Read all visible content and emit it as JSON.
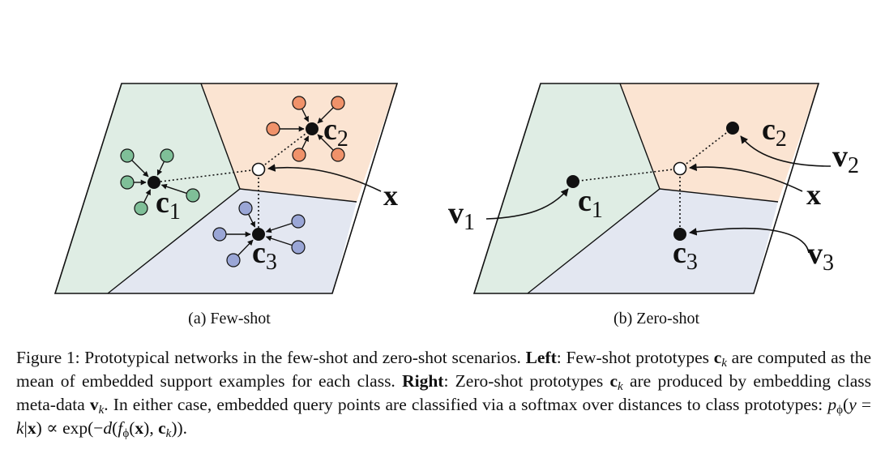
{
  "panels": [
    {
      "id": "few-shot",
      "subcaption": "(a) Few-shot",
      "labels": {
        "c1": "c",
        "c1_sub": "1",
        "c2": "c",
        "c2_sub": "2",
        "c3": "c",
        "c3_sub": "3",
        "x": "x"
      }
    },
    {
      "id": "zero-shot",
      "subcaption": "(b) Zero-shot",
      "labels": {
        "c1": "c",
        "c1_sub": "1",
        "c2": "c",
        "c2_sub": "2",
        "c3": "c",
        "c3_sub": "3",
        "x": "x",
        "v1": "v",
        "v1_sub": "1",
        "v2": "v",
        "v2_sub": "2",
        "v3": "v",
        "v3_sub": "3"
      }
    }
  ],
  "colors": {
    "region_green": "#dfede4",
    "region_orange": "#fbe4d2",
    "region_blue": "#e3e7f1",
    "support_green": "#7fbf98",
    "support_orange": "#f0926a",
    "support_blue": "#9aa6d6",
    "outline": "#111111"
  },
  "caption": {
    "figure_label": "Figure 1:",
    "t1": " Prototypical networks in the few-shot and zero-shot scenarios. ",
    "left": "Left",
    "t2": ": Few-shot prototypes ",
    "ck_c": "c",
    "ck_k": "k",
    "t3": " are computed as the mean of embedded support examples for each class. ",
    "right": "Right",
    "t4": ": Zero-shot prototypes ",
    "t5": " are produced by embedding class meta-data ",
    "vk_v": "v",
    "vk_k": "k",
    "t6": ". In either case, embedded query points are classified via a softmax over distances to class prototypes: ",
    "formula": "p",
    "formula_sub": "ϕ",
    "formula_rest1": "(",
    "formula_y": "y",
    "formula_eq": " = ",
    "formula_k": "k",
    "formula_bar": "|",
    "formula_x": "x",
    "formula_rest2": ") ∝ exp(−",
    "formula_d": "d",
    "formula_rest3": "(",
    "formula_f": "f",
    "formula_f_sub": "ϕ",
    "formula_rest4": "(",
    "formula_x2": "x",
    "formula_rest5": "), ",
    "formula_c": "c",
    "formula_c_sub": "k",
    "formula_end": ")).",
    "end": ""
  }
}
